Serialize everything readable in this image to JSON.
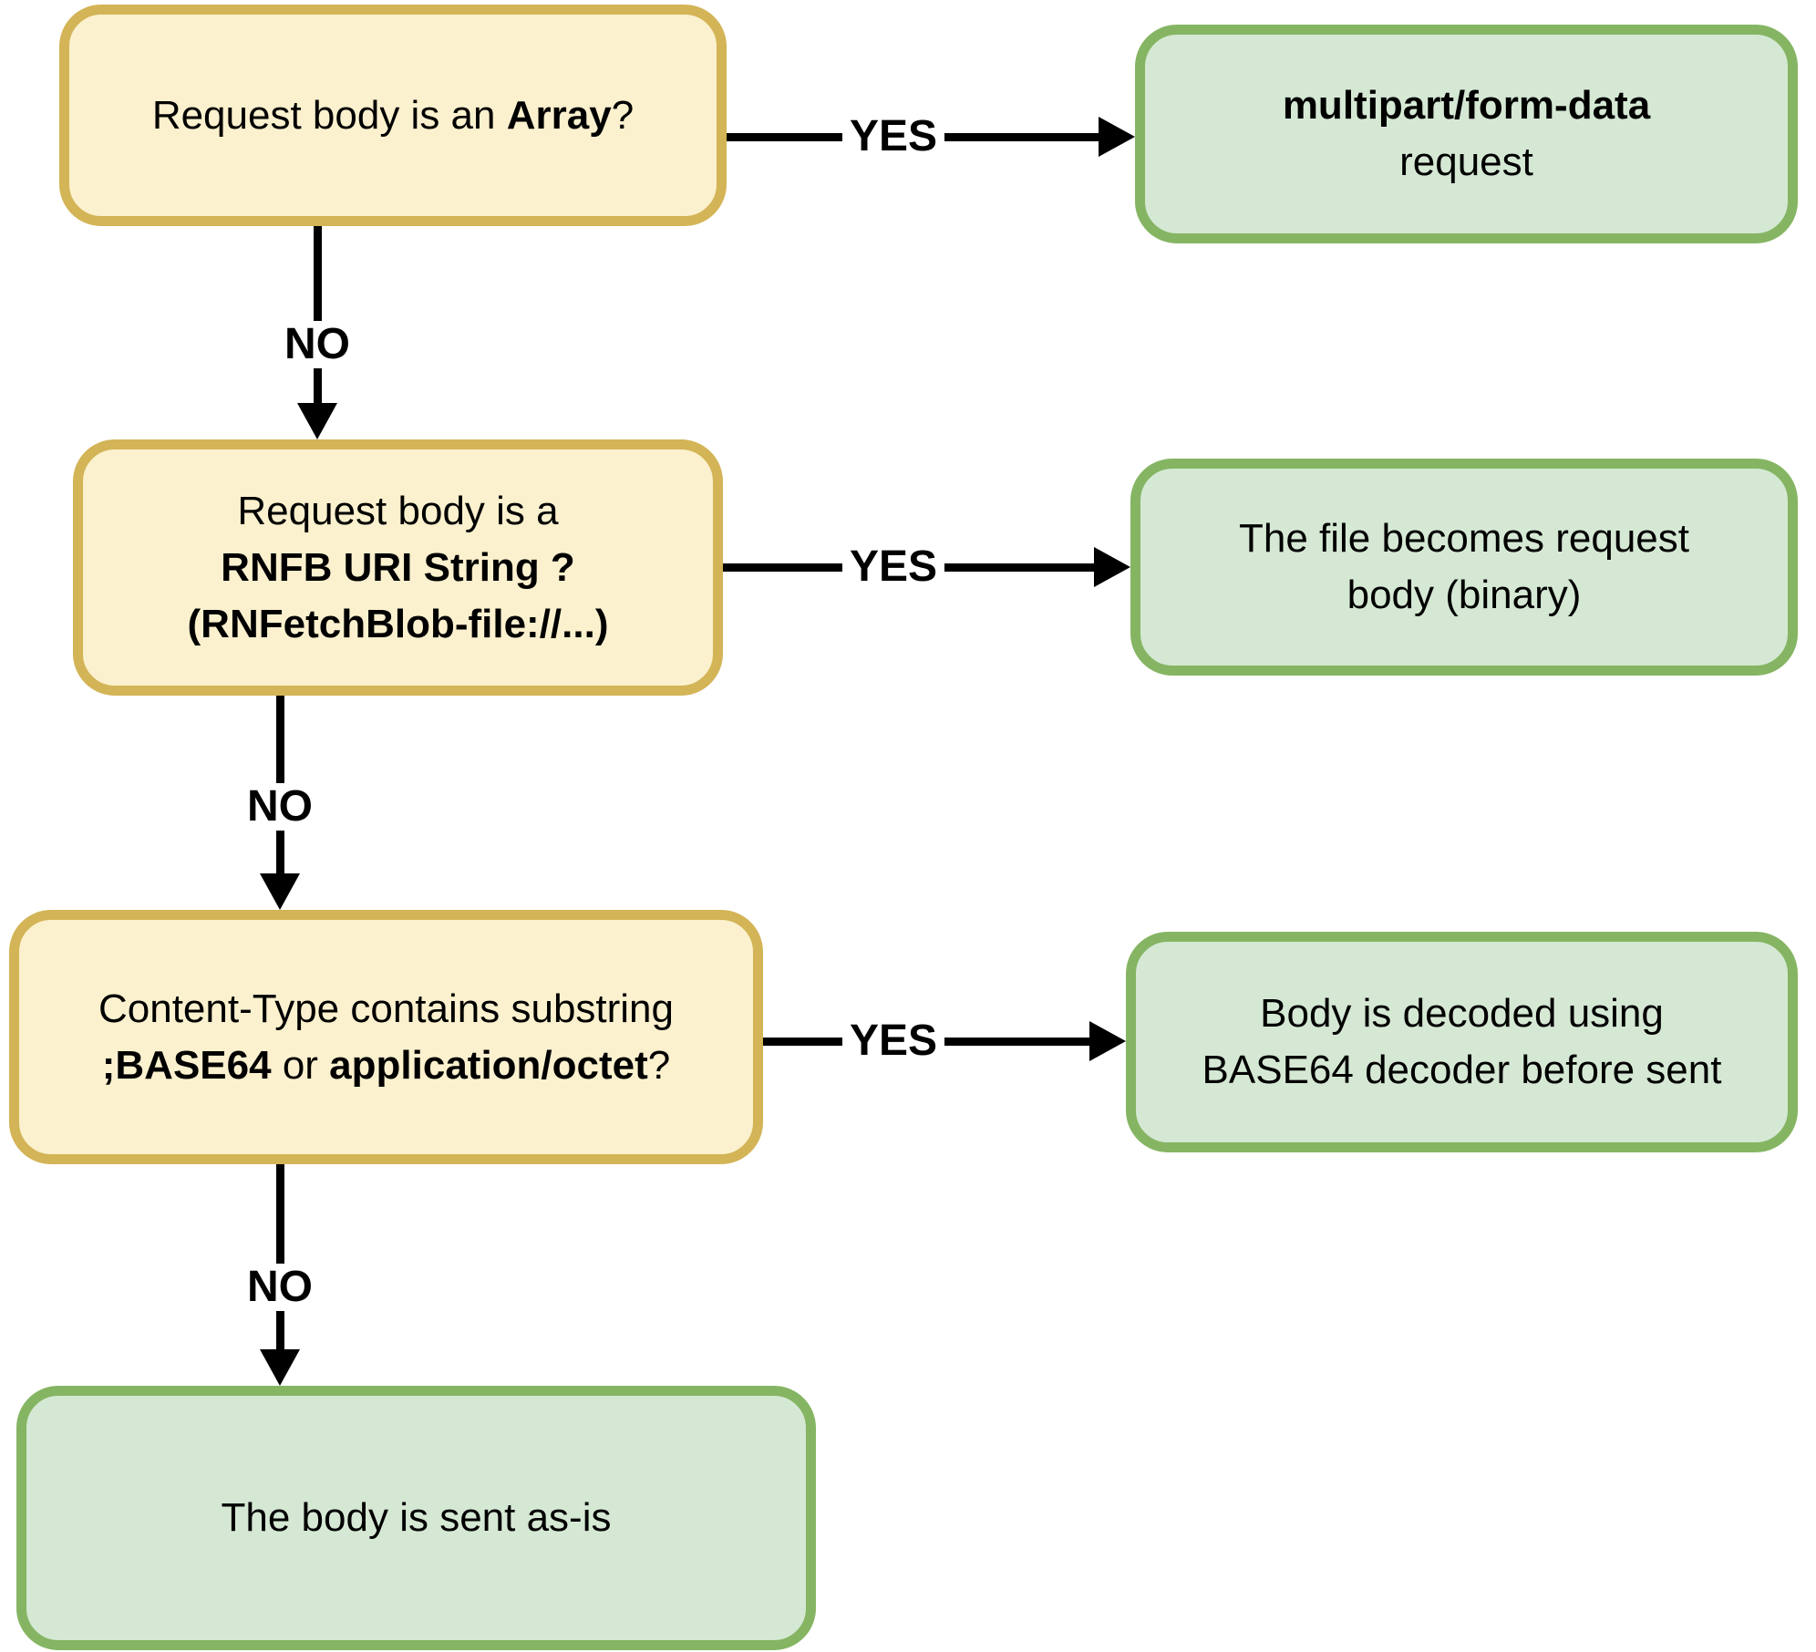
{
  "diagram_type": "flowchart",
  "colors": {
    "question_fill": "#FBF1CE",
    "question_border": "#D3B456",
    "result_fill": "#D5E8D4",
    "result_border": "#85B563",
    "arrow": "#000000",
    "text": "#000000",
    "background": "#FFFFFF"
  },
  "nodes": {
    "q_array": {
      "pre": "Request body is an ",
      "bold": "Array",
      "post": "?"
    },
    "q_rnfb": {
      "line1": "Request body is a",
      "line2": "RNFB URI String ?",
      "line3": "(RNFetchBlob-file://...)"
    },
    "q_content_type": {
      "line1": "Content-Type contains substring",
      "line2_bold1": ";BASE64",
      "line2_mid": " or ",
      "line2_bold2": "application/octet",
      "line2_end": "?"
    },
    "r_multipart": {
      "line1": "multipart/form-data",
      "line2": "request"
    },
    "r_file": {
      "line1": "The file becomes request",
      "line2": "body (binary)"
    },
    "r_base64": {
      "line1": "Body is decoded using",
      "line2": "BASE64 decoder before sent"
    },
    "r_asis": {
      "text": "The body is sent as-is"
    }
  },
  "edges": {
    "yes1": "YES",
    "no1": "NO",
    "yes2": "YES",
    "no2": "NO",
    "yes3": "YES",
    "no3": "NO"
  }
}
